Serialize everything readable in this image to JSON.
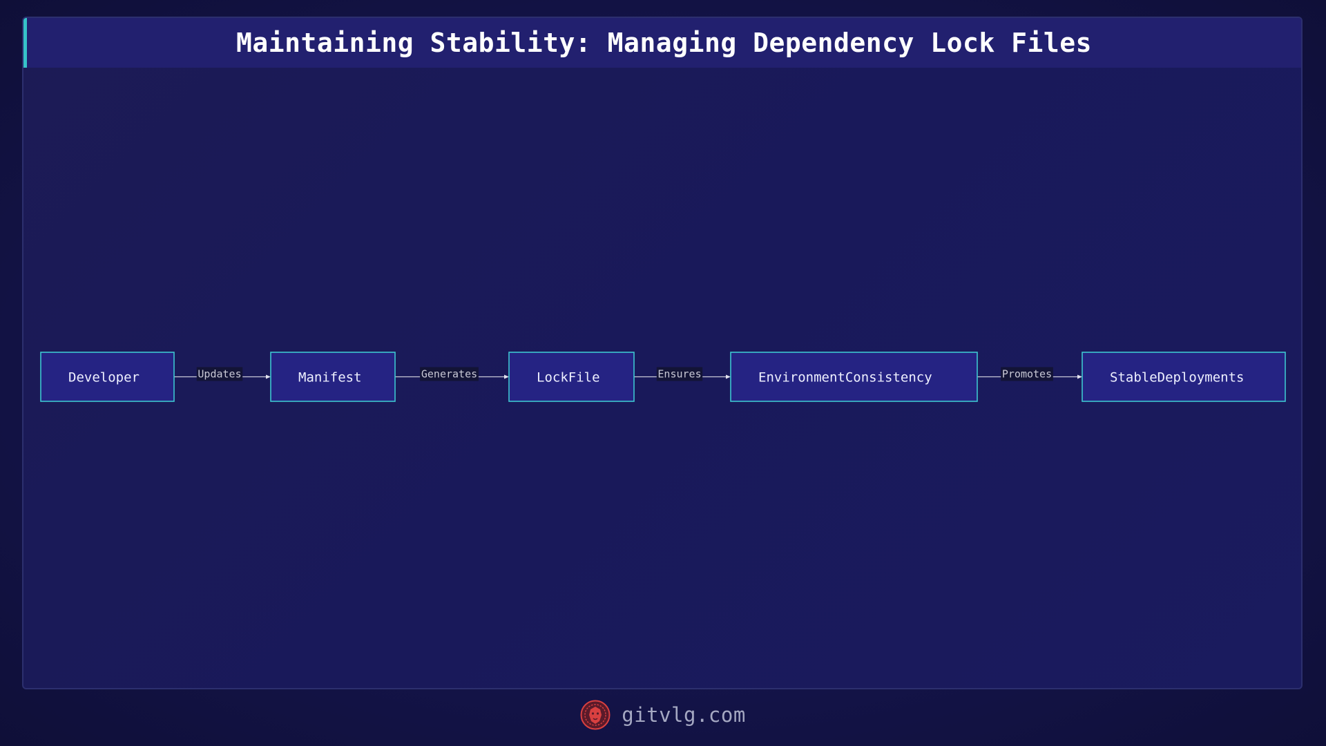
{
  "title": "Maintaining Stability: Managing Dependency Lock Files",
  "colors": {
    "background": "#14144a",
    "title_bar": "#22206f",
    "accent": "#36c3c9",
    "node_fill": "#252383",
    "node_border": "#3ec6d1",
    "edge": "#c9c9d8",
    "logo": "#d94040"
  },
  "diagram": {
    "nodes": [
      {
        "id": "developer",
        "label": "Developer"
      },
      {
        "id": "manifest",
        "label": "Manifest"
      },
      {
        "id": "lockfile",
        "label": "LockFile"
      },
      {
        "id": "environment-consistency",
        "label": "EnvironmentConsistency"
      },
      {
        "id": "stable-deployments",
        "label": "StableDeployments"
      }
    ],
    "edges": [
      {
        "from": "developer",
        "to": "manifest",
        "label": "Updates"
      },
      {
        "from": "manifest",
        "to": "lockfile",
        "label": "Generates"
      },
      {
        "from": "lockfile",
        "to": "environment-consistency",
        "label": "Ensures"
      },
      {
        "from": "environment-consistency",
        "to": "stable-deployments",
        "label": "Promotes"
      }
    ]
  },
  "footer": {
    "logo_icon": "lion-head-icon",
    "site": "gitvlg.com"
  }
}
